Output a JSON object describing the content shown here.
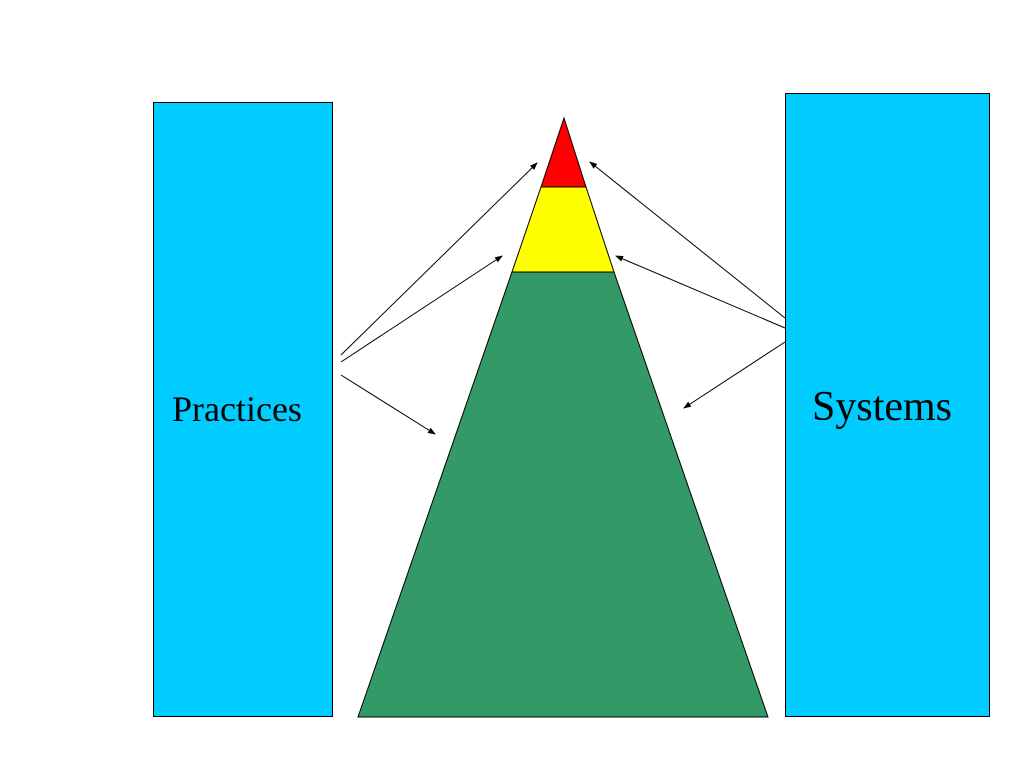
{
  "colors": {
    "boxes": "#00ccff",
    "pyramid_base": "#339966",
    "pyramid_middle": "#ffff00",
    "pyramid_top": "#ff0000",
    "arrows": "#000000"
  },
  "left_box": {
    "label": "Practices"
  },
  "right_box": {
    "label": "Systems"
  },
  "pyramid": {
    "tiers": [
      "top",
      "middle",
      "base"
    ]
  },
  "arrows": {
    "practices_targets": [
      "top",
      "middle",
      "base"
    ],
    "systems_targets": [
      "top",
      "middle",
      "base"
    ]
  }
}
